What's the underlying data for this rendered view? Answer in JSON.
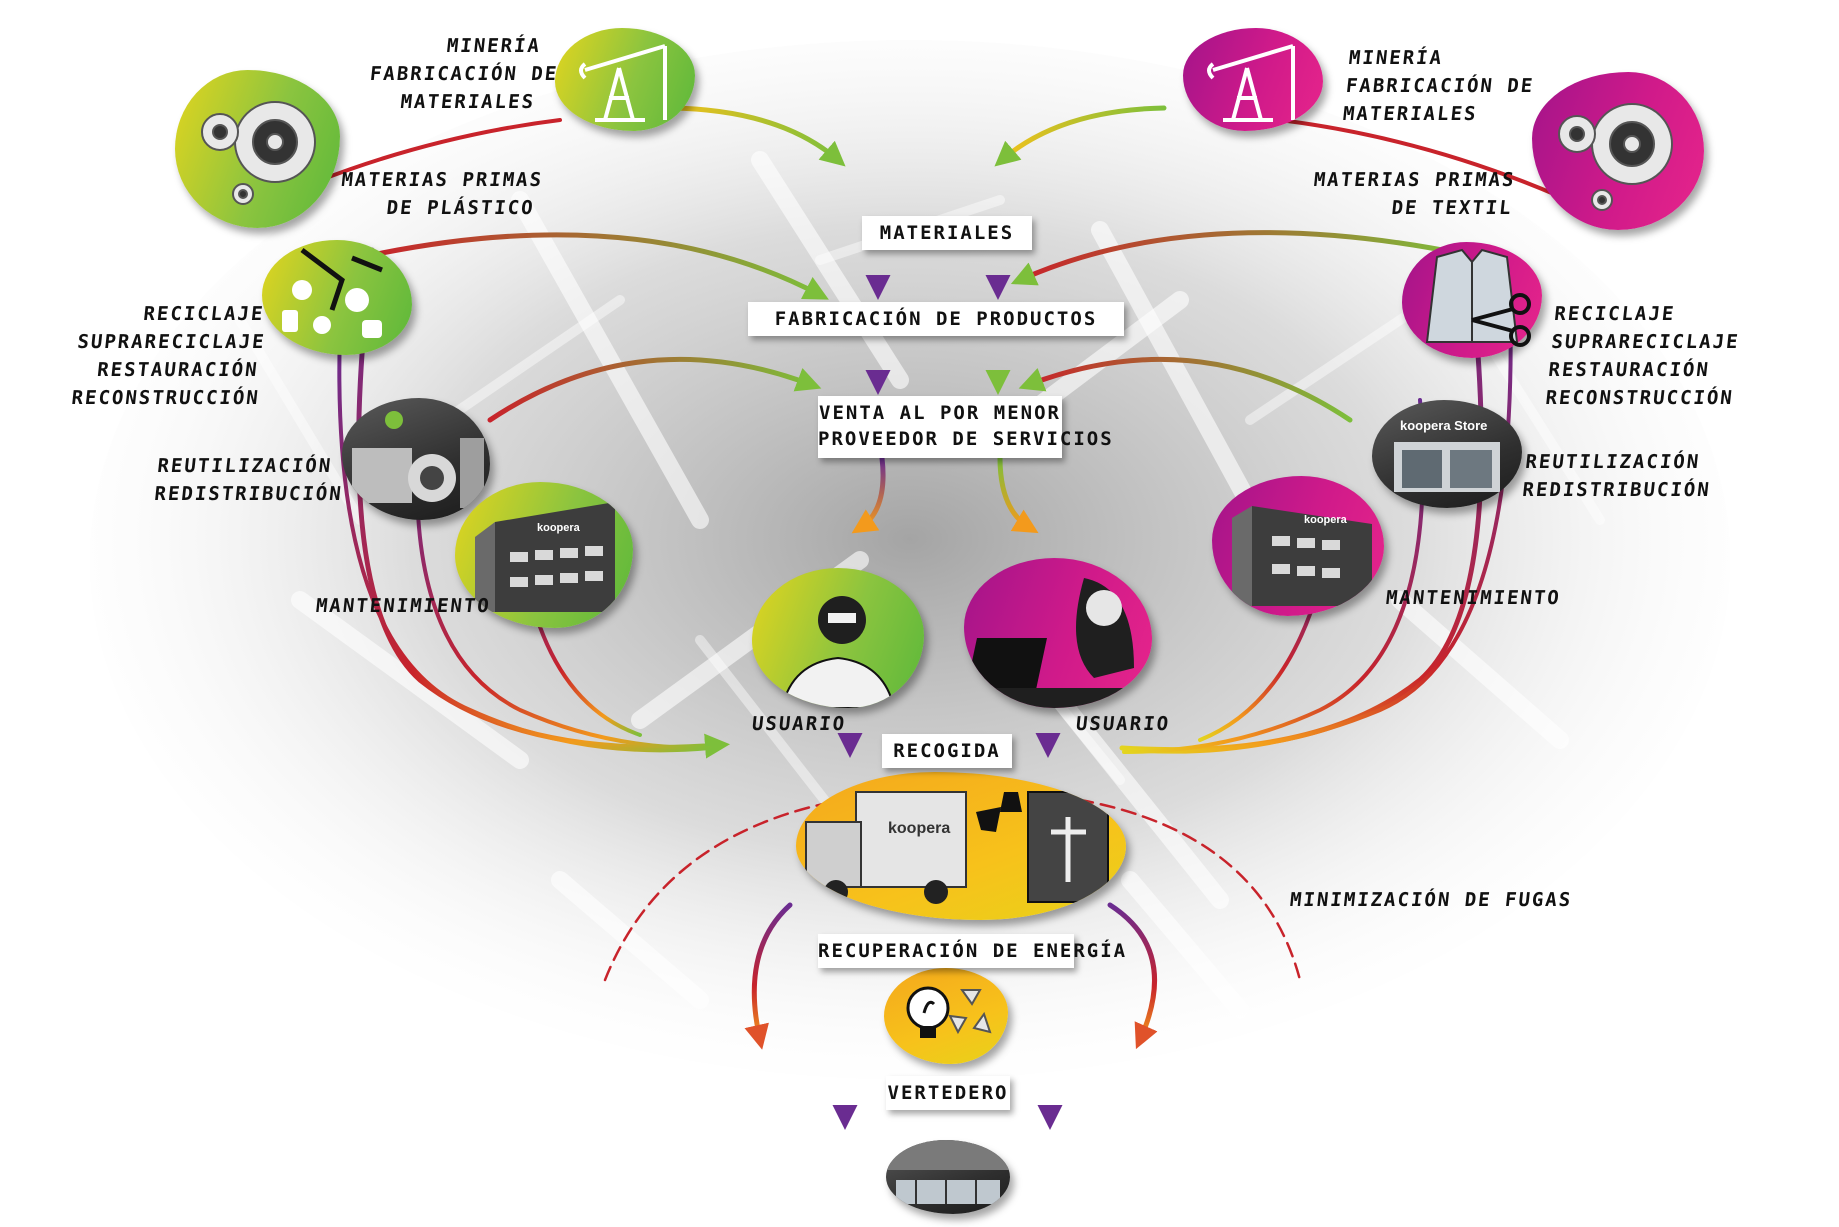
{
  "colors": {
    "green": "#7dbf3b",
    "yellow": "#f2c21c",
    "magenta": "#d0198a",
    "purple": "#6a2c91",
    "red": "#c8232b",
    "orange": "#f39a1c"
  },
  "labels": {
    "left_mining": "MINERÍA\nFABRICACIÓN DE\nMATERIALES",
    "right_mining": "MINERÍA\nFABRICACIÓN DE\nMATERIALES",
    "left_raw": "MATERIAS PRIMAS\nDE PLÁSTICO",
    "right_raw": "MATERIAS PRIMAS\nDE TEXTIL",
    "left_recycle": "RECICLAJE\nSUPRARECICLAJE\nRESTAURACIÓN\nRECONSTRUCCIÓN",
    "right_recycle": "RECICLAJE\nSUPRARECICLAJE\nRESTAURACIÓN\nRECONSTRUCCIÓN",
    "left_reuse": "REUTILIZACIÓN\nREDISTRIBUCIÓN",
    "right_reuse": "REUTILIZACIÓN\nREDISTRIBUCIÓN",
    "left_maint": "MANTENIMIENTO",
    "right_maint": "MANTENIMIENTO",
    "user_left": "USUARIO",
    "user_right": "USUARIO",
    "leaks": "MINIMIZACIÓN DE FUGAS"
  },
  "boxes": {
    "materials": "MATERIALES",
    "manufacturing": "FABRICACIÓN DE PRODUCTOS",
    "retail": "VENTA AL POR MENOR\nPROVEEDOR DE SERVICIOS",
    "collection": "RECOGIDA",
    "energy": "RECUPERACIÓN DE ENERGÍA",
    "landfill": "VERTEDERO"
  },
  "photo_text": {
    "brand": "koopera",
    "brand_store": "koopera Store"
  },
  "icons": {
    "pumpjack": "oil-pumpjack-icon",
    "gears": "gears-icon",
    "lightbulb": "lightbulb-icon",
    "recycle": "recycle-icon",
    "scissors": "scissors-icon"
  }
}
